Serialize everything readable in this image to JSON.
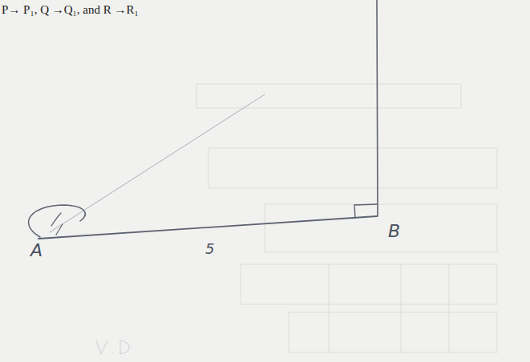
{
  "diagram": {
    "labels": [
      "P→ P₁, Q →Q₁, and R →R₁",
      "A",
      "5",
      "B"
    ]
  }
}
